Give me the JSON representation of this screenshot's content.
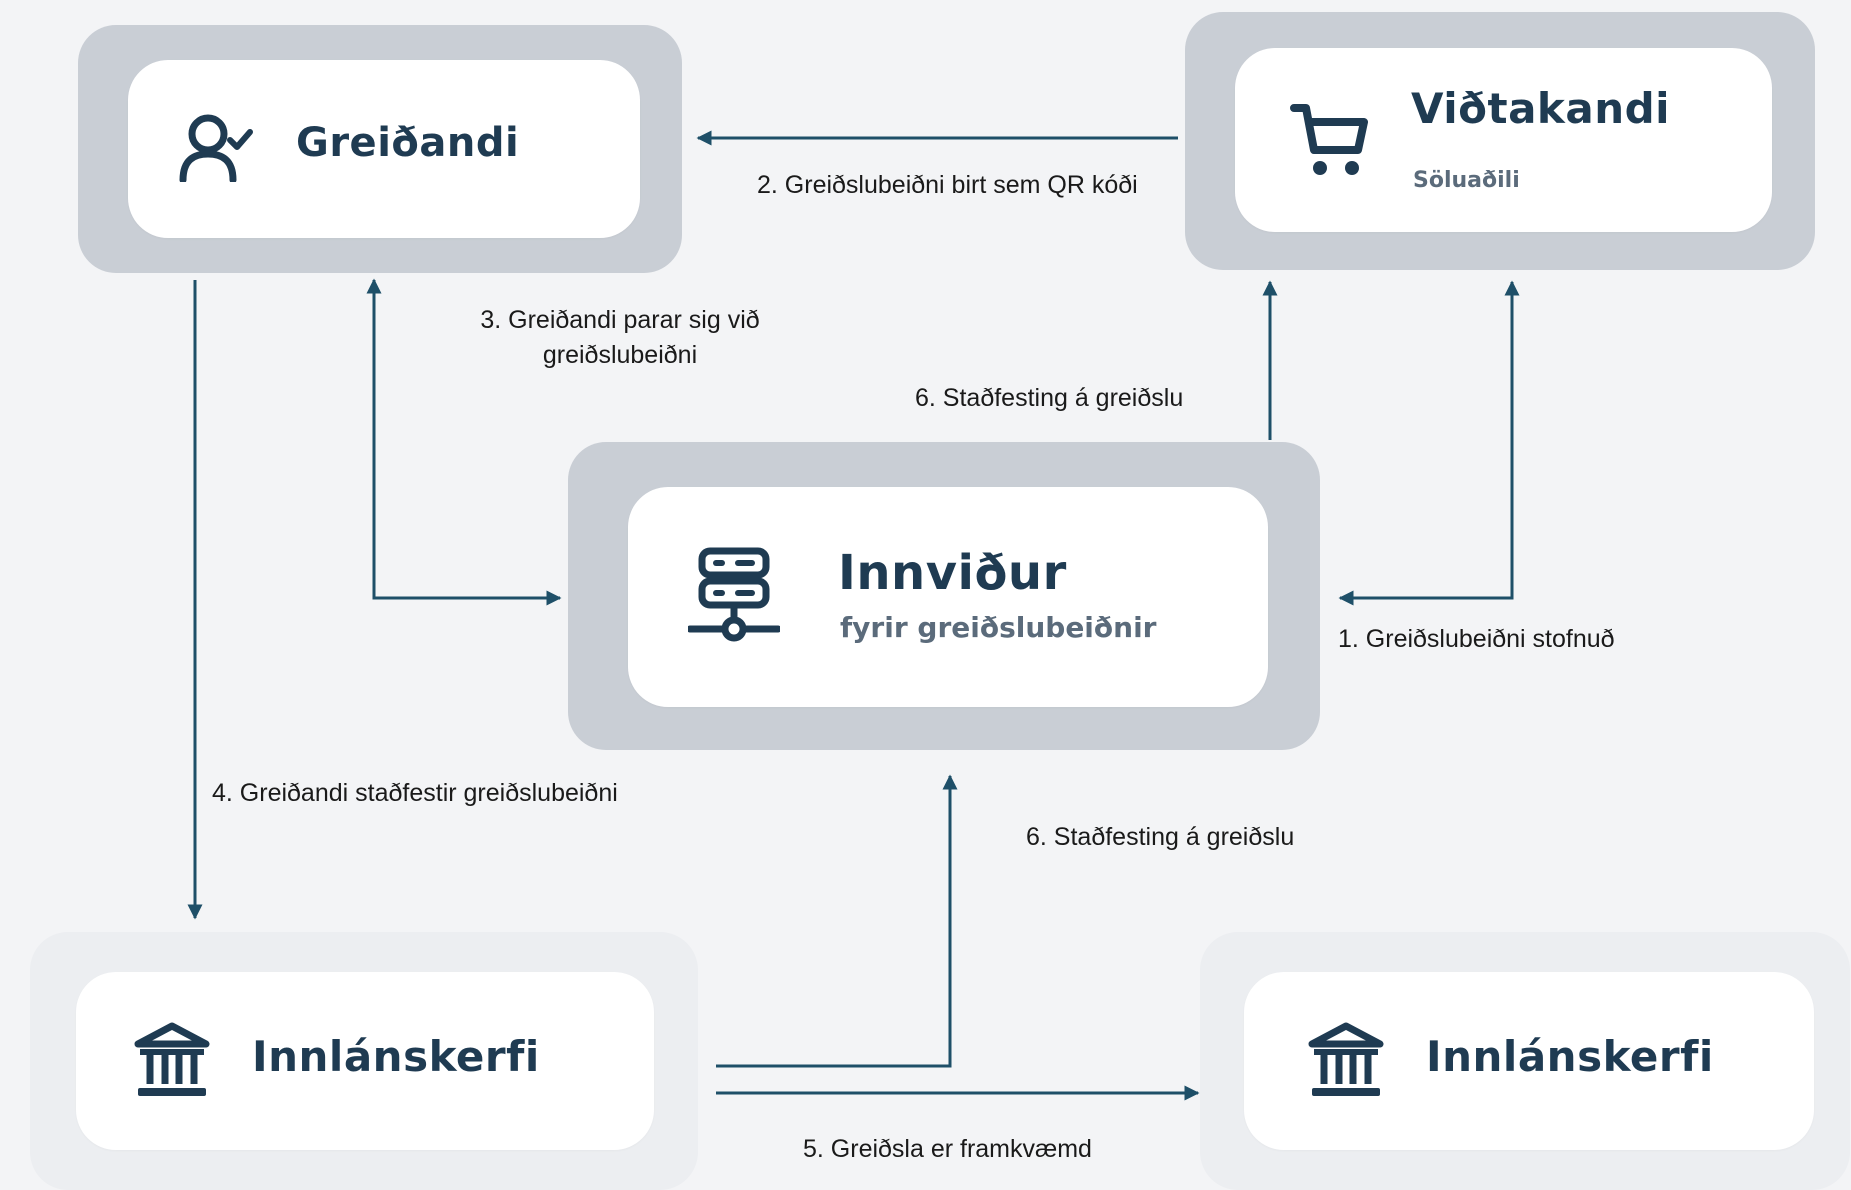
{
  "nodes": {
    "payer": {
      "title": "Greiðandi",
      "icon": "user-check-icon"
    },
    "recipient": {
      "title": "Viðtakandi",
      "subtitle": "Söluaðili",
      "icon": "shopping-cart-icon"
    },
    "infrastructure": {
      "title": "Innviður",
      "subtitle": "fyrir greiðslubeiðnir",
      "icon": "server-network-icon"
    },
    "payer_bank": {
      "title": "Innlánskerfi",
      "icon": "bank-icon"
    },
    "recipient_bank": {
      "title": "Innlánskerfi",
      "icon": "bank-icon"
    }
  },
  "edges": {
    "step1": "1. Greiðslubeiðni stofnuð",
    "step2": "2. Greiðslubeiðni birt sem QR kóði",
    "step3_line1": "3. Greiðandi parar sig við",
    "step3_line2": "greiðslubeiðni",
    "step4": "4. Greiðandi staðfestir greiðslubeiðni",
    "step5": "5. Greiðsla er framkvæmd",
    "step6_top": "6. Staðfesting á greiðslu",
    "step6_bottom": "6. Staðfesting á greiðslu"
  },
  "colors": {
    "arrow": "#1e4f68",
    "title": "#1f3b52",
    "frame": "#c9ced5"
  }
}
